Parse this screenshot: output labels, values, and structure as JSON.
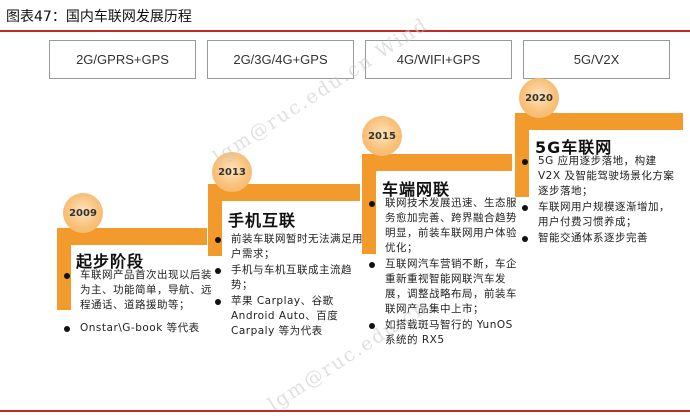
{
  "figure_title": "图表47：国内车联网发展历程",
  "tech_labels": [
    "2G/GPRS+GPS",
    "2G/3G/4G+GPS",
    "4G/WIFI+GPS",
    "5G/V2X"
  ],
  "watermark": "lgm@ruc.edu.cn",
  "watermark_partial": "lgm@ruc.edu.cn Wind",
  "stages": [
    {
      "year": "2009",
      "title": "起步阶段",
      "items": [
        "车联网产品首次出现以后装为主、功能简单，导航、远程通话、道路援助等；",
        "Onstar\\G-book 等代表"
      ]
    },
    {
      "year": "2013",
      "title": "手机互联",
      "items": [
        "前装车联网暂时无法满足用户需求；",
        "手机与车机互联成主流趋势；",
        "苹果 Carplay、谷歌 Android Auto、百度 Carpaly 等为代表"
      ]
    },
    {
      "year": "2015",
      "title": "车端网联",
      "items": [
        "联网技术发展迅速、生态服务愈加完善、跨界融合趋势明显，前装车联网用户体验优化；",
        "互联网汽车营销不断，车企重新重视智能网联汽车发展，调整战略布局，前装车联网产品集中上市；",
        "如搭载斑马智行的 YunOS 系统的 RX5"
      ]
    },
    {
      "year": "2020",
      "title": "5G车联网",
      "items": [
        "5G 应用逐步落地，构建 V2X 及智能驾驶场景化方案逐步落地；",
        "车联网用户规模逐渐增加，用户付费习惯养成；",
        "智能交通体系逐步完善"
      ]
    }
  ],
  "colors": {
    "accent_orange": "#f39a2c",
    "rule_red": "#bf2b2b",
    "badge": "#f8c17a"
  }
}
